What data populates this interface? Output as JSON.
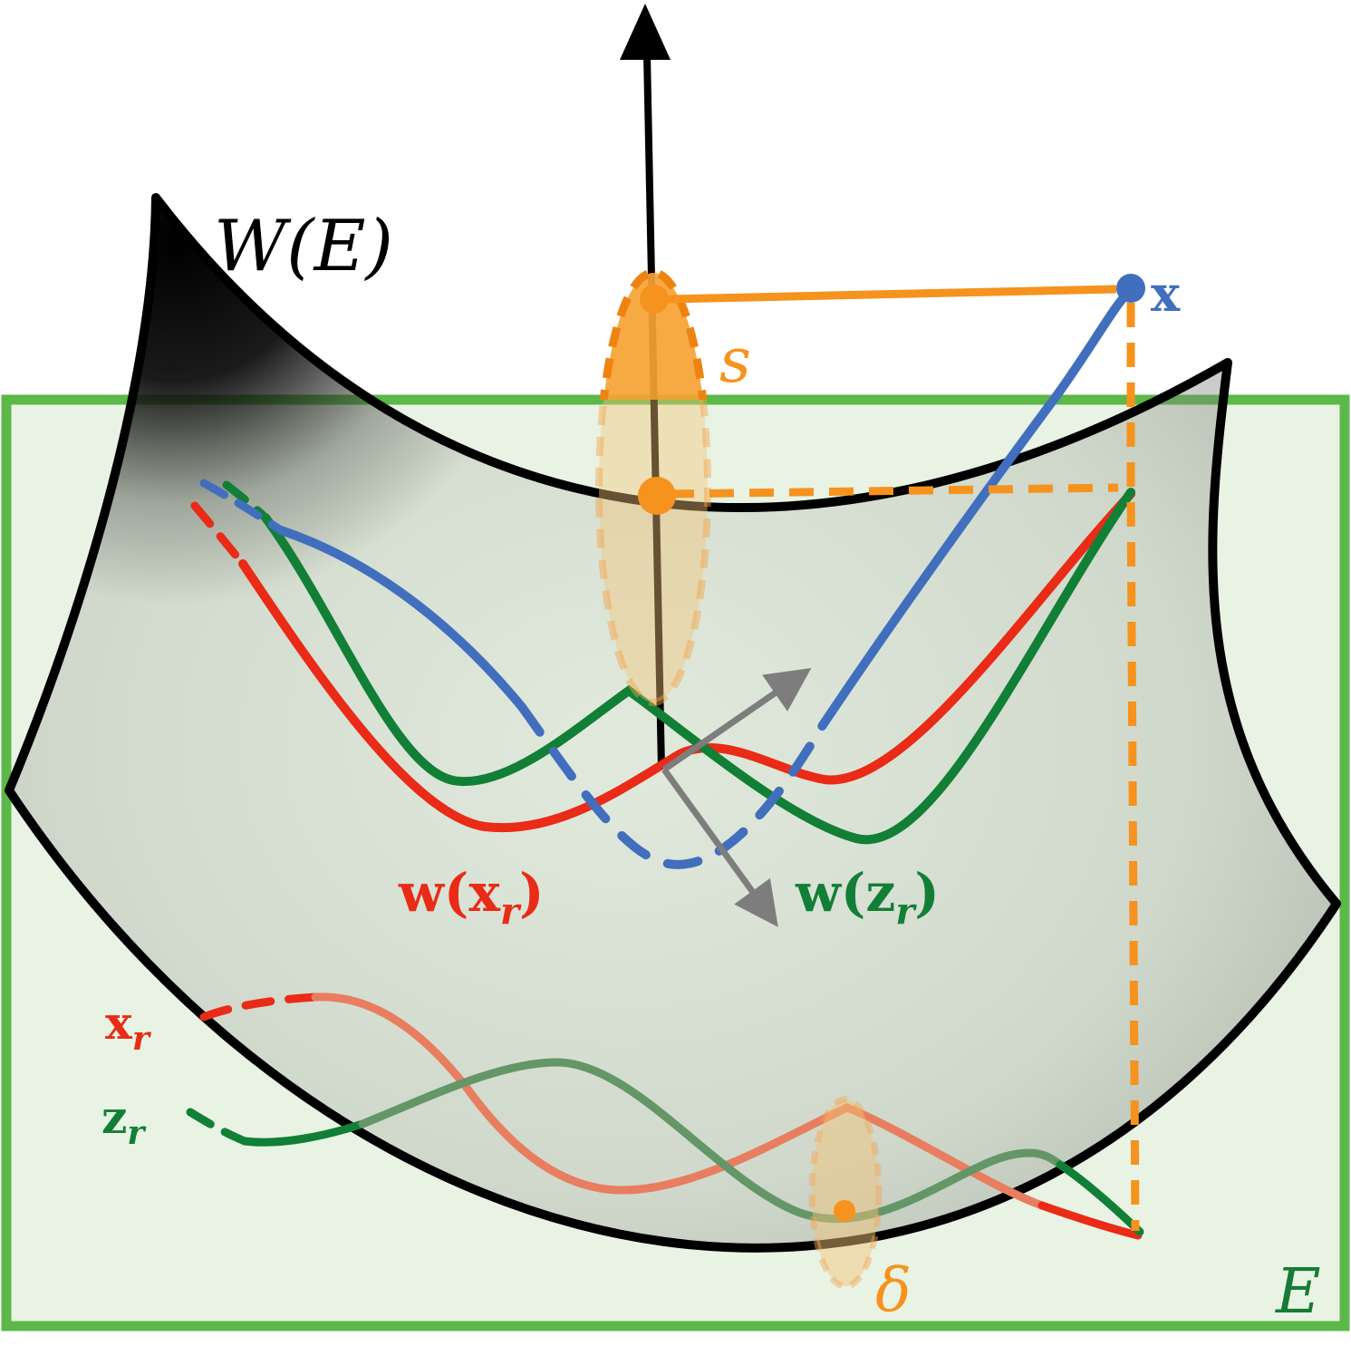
{
  "figure": {
    "type": "manifold-wavelet-diagram",
    "labels": {
      "surface": "W(E)",
      "plane": "E",
      "scale": "s",
      "delta": "δ",
      "x_point": "x",
      "wxr": {
        "main": "w(x",
        "sub": "r",
        "close": ")"
      },
      "wzr": {
        "main": "w(z",
        "sub": "r",
        "close": ")"
      },
      "xr": {
        "main": "x",
        "sub": "r"
      },
      "zr": {
        "main": "z",
        "sub": "r"
      }
    },
    "colors": {
      "red": "#e92b17",
      "red_muted": "#e87d5f",
      "green": "#117f36",
      "green_muted": "#649668",
      "blue": "#416fbe",
      "orange": "#f6921e",
      "orange_pale_fill": "rgba(243,195,120,0.45)",
      "gray_arrow": "#7d7d7d",
      "plane_border": "#5cb848",
      "plane_fill": "#e9f3e4",
      "plane_label_green": "#177a36",
      "surface_edge": "#000000"
    }
  }
}
